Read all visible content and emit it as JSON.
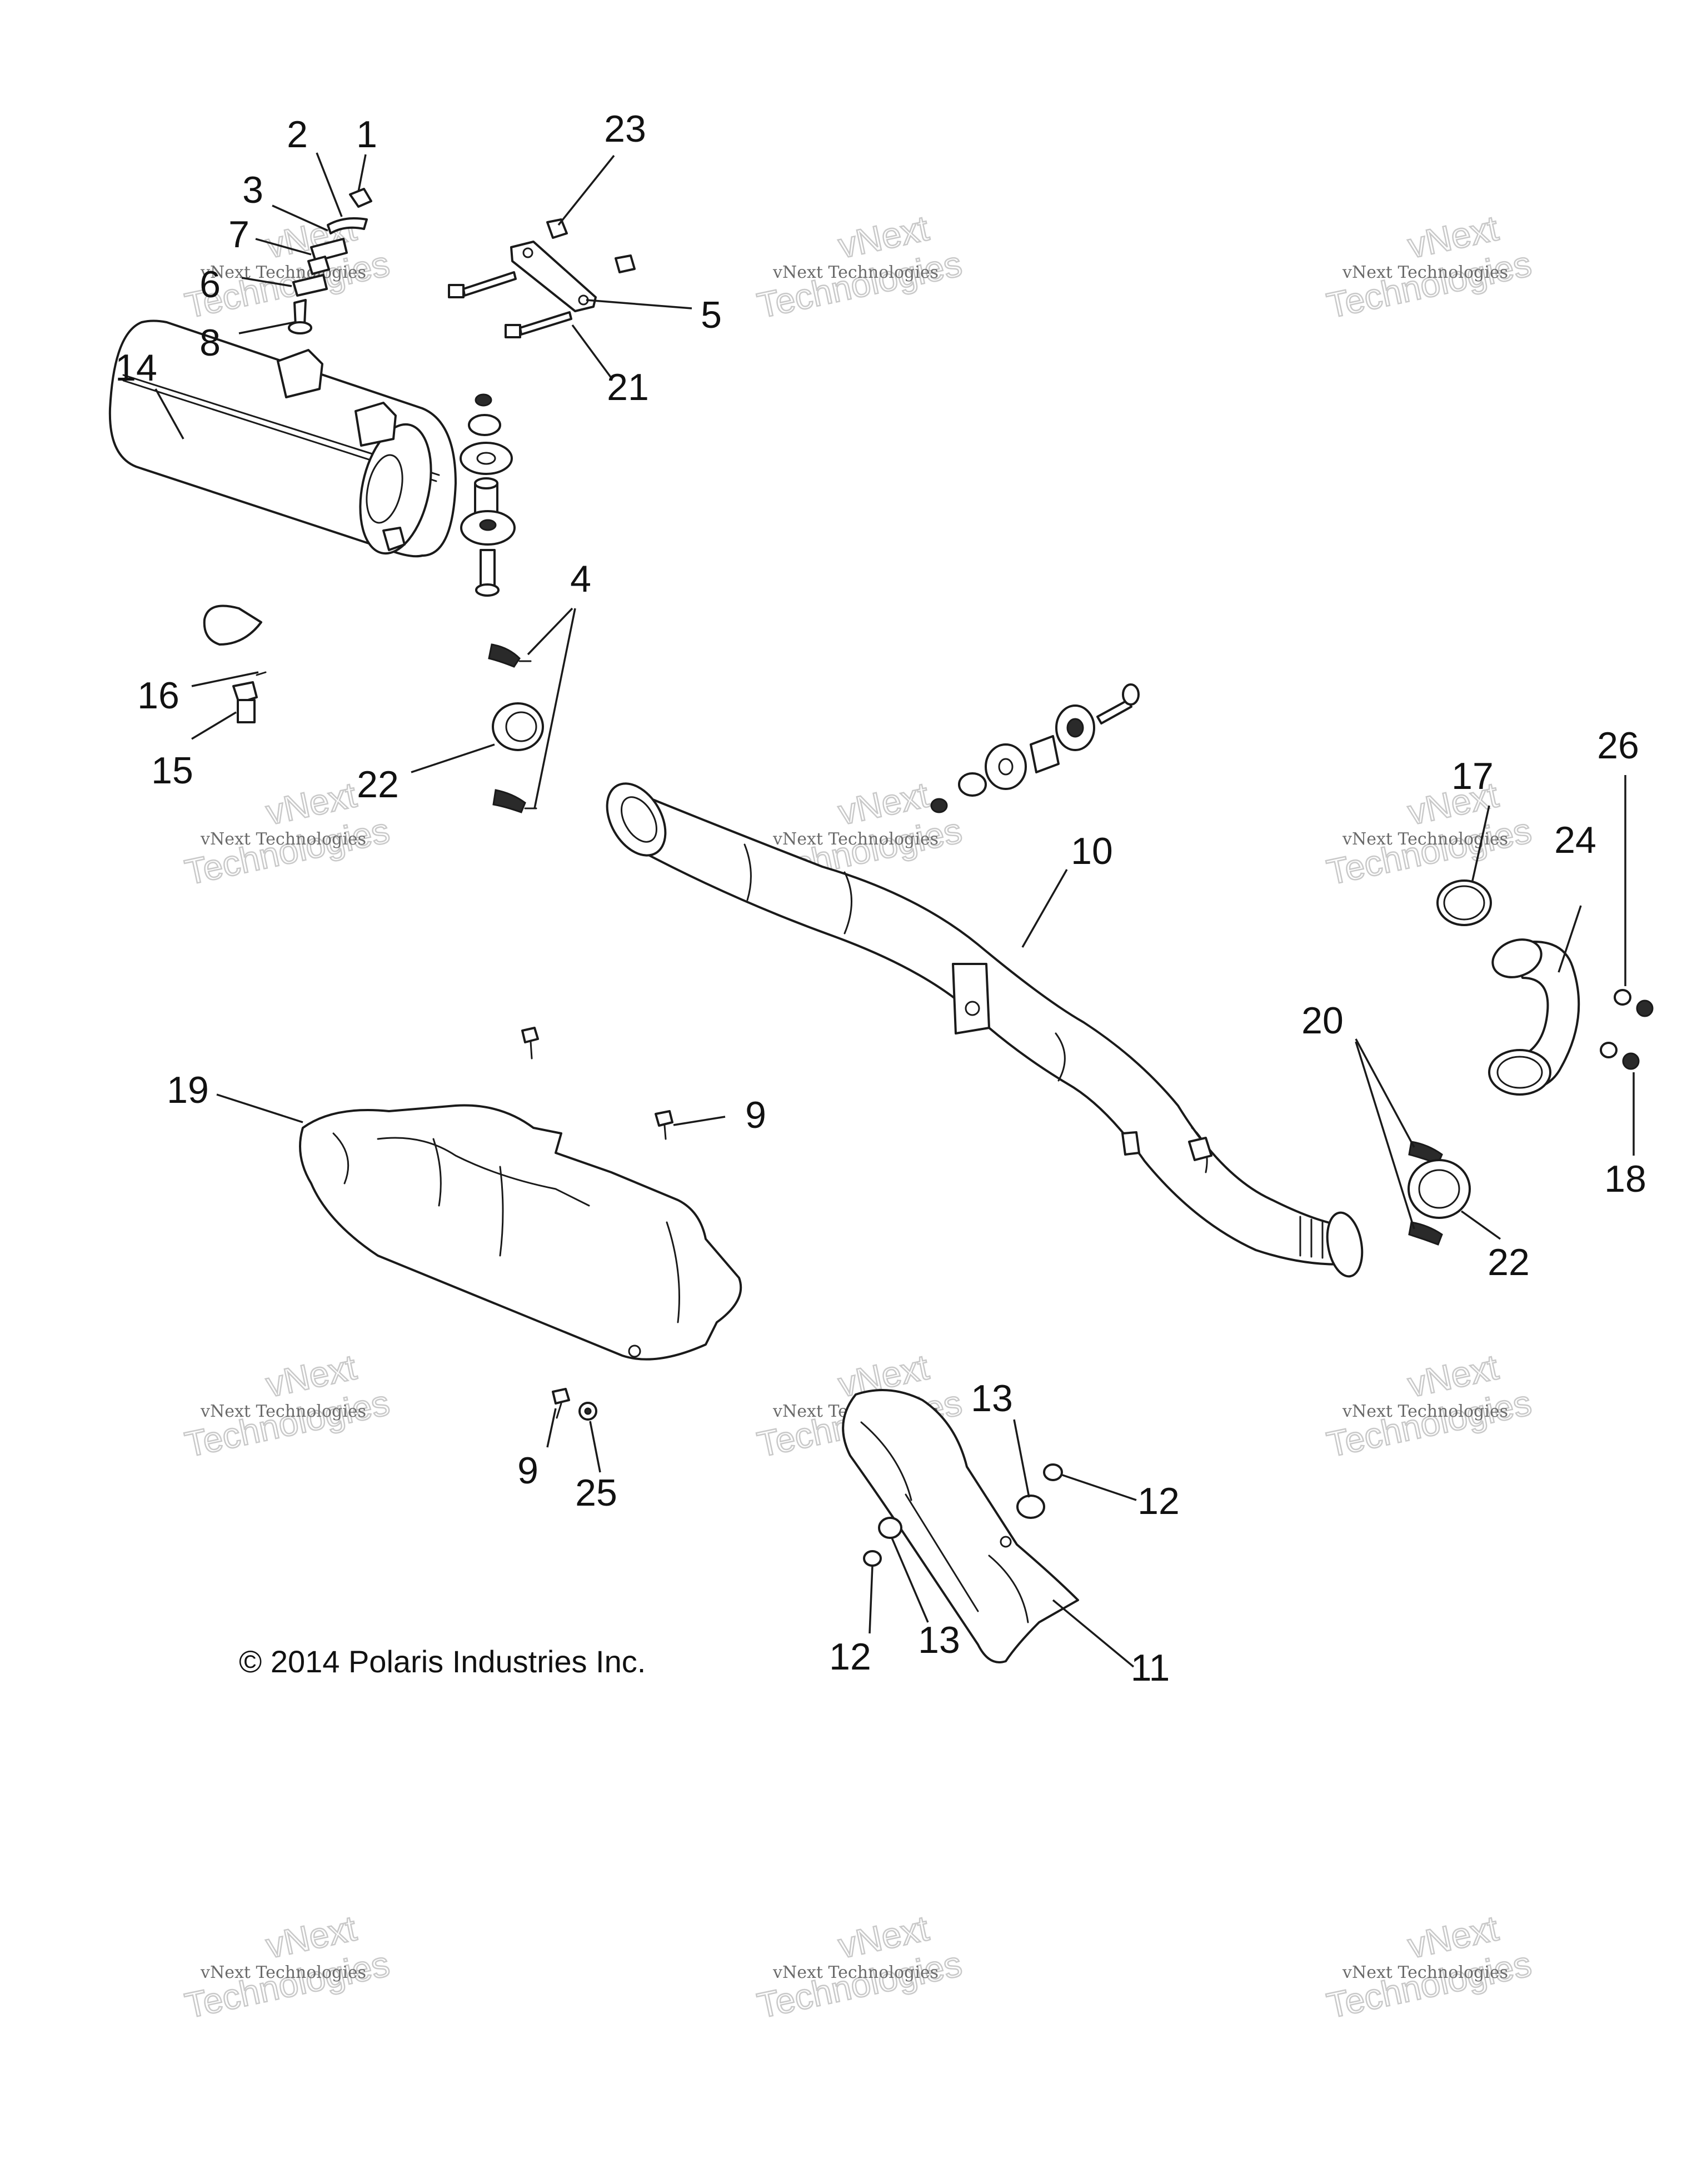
{
  "diagram": {
    "callouts": [
      "1",
      "2",
      "3",
      "4",
      "5",
      "6",
      "7",
      "8",
      "9",
      "10",
      "11",
      "12",
      "13",
      "14",
      "15",
      "16",
      "17",
      "18",
      "19",
      "20",
      "21",
      "22",
      "23",
      "24",
      "25",
      "26"
    ],
    "copyright": "© 2014 Polaris Industries Inc.",
    "watermark": {
      "line1": "vNext Technologies",
      "line2": "Technologies",
      "line3": "vNext"
    }
  }
}
